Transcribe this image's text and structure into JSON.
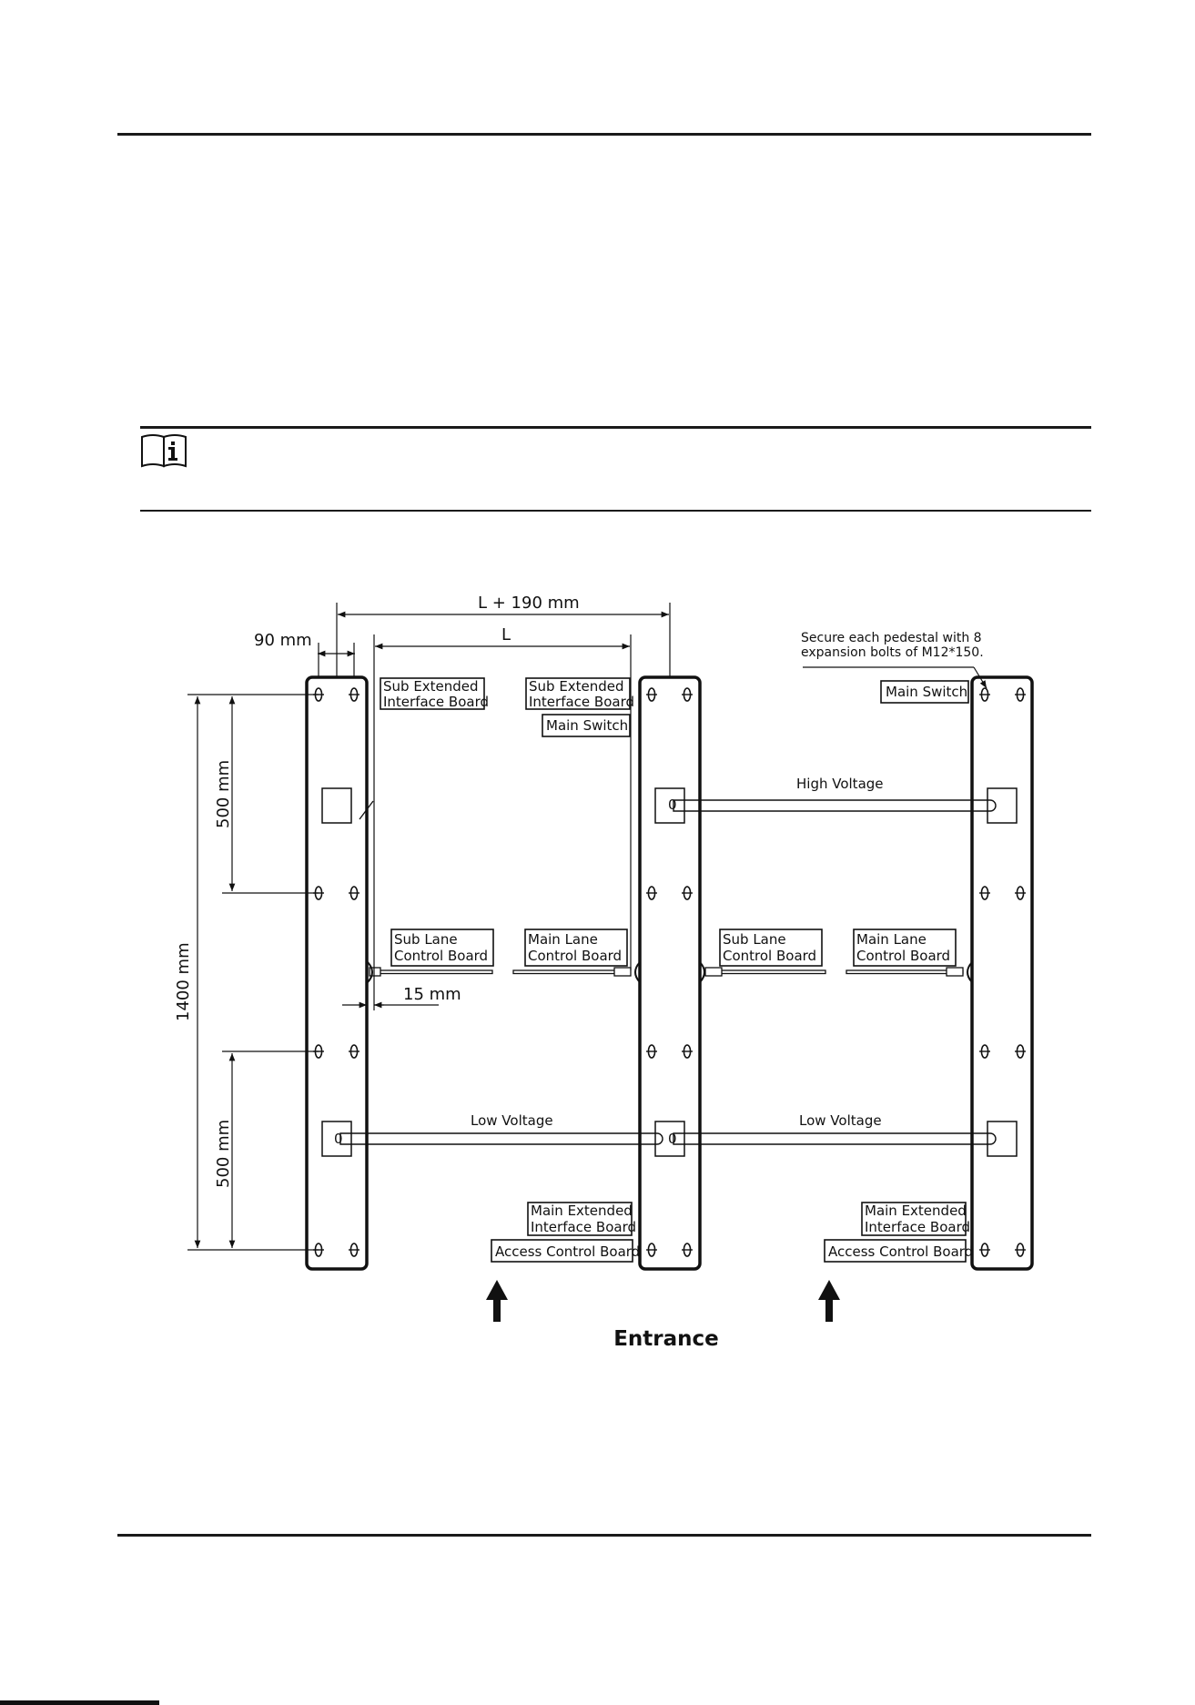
{
  "figure": {
    "dimensions": {
      "overall_width": "L + 190 mm",
      "lane_width": "L",
      "pedestal_width": "90 mm",
      "offset": "15 mm",
      "total_length": "1400 mm",
      "upper_spacing": "500 mm",
      "lower_spacing": "500 mm"
    },
    "note_secure": [
      "Secure each pedestal with 8",
      "expansion bolts of M12*150."
    ],
    "labels": {
      "sub_extended_left": [
        "Sub Extended",
        "Interface Board"
      ],
      "sub_extended_mid": [
        "Sub Extended",
        "Interface Board"
      ],
      "main_switch_mid": "Main Switch",
      "main_switch_right": "Main Switch",
      "high_voltage": "High Voltage",
      "low_voltage_left": "Low Voltage",
      "low_voltage_right": "Low Voltage",
      "sub_lane_1": [
        "Sub Lane",
        "Control Board"
      ],
      "main_lane_1": [
        "Main Lane",
        "Control Board"
      ],
      "sub_lane_2": [
        "Sub Lane",
        "Control Board"
      ],
      "main_lane_2": [
        "Main Lane",
        "Control Board"
      ],
      "main_extended_1": [
        "Main Extended",
        "Interface Board"
      ],
      "main_extended_2": [
        "Main Extended",
        "Interface Board"
      ],
      "access_control_1": "Access Control Board",
      "access_control_2": "Access Control Board",
      "entrance": "Entrance"
    }
  },
  "icons": {
    "note": "note-info-icon",
    "entrance_arrow": "up-arrow-icon"
  }
}
